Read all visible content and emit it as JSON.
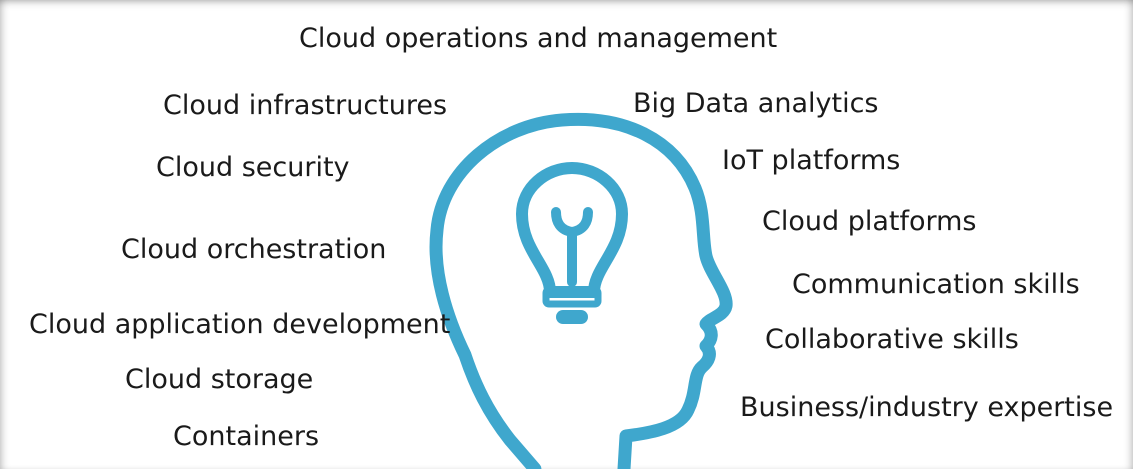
{
  "diagram": {
    "accent_color": "#3fa7cd",
    "center_icon": "head-with-lightbulb-icon",
    "top_label": "Cloud operations and management",
    "left_labels": [
      "Cloud infrastructures",
      "Cloud security",
      "Cloud orchestration",
      "Cloud application development",
      "Cloud storage",
      "Containers"
    ],
    "right_labels": [
      "Big Data analytics",
      "IoT platforms",
      "Cloud platforms",
      "Communication skills",
      "Collaborative skills",
      "Business/industry expertise"
    ]
  }
}
